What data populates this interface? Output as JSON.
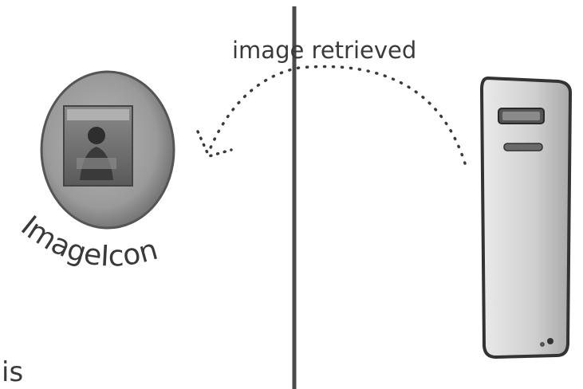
{
  "diagram": {
    "arrow_label": "image retrieved",
    "client_label": "ImageIcon",
    "bottom_text": "is"
  },
  "icons": {
    "client": "image-icon",
    "photo": "photo-thumbnail-icon",
    "server": "server-tower-icon",
    "arrow": "dotted-arrow-icon"
  },
  "colors": {
    "line": "#4a4a4a",
    "ink": "#3a3a3a",
    "disc": "#9c9c9c",
    "server_body": "#d8d8d8"
  }
}
